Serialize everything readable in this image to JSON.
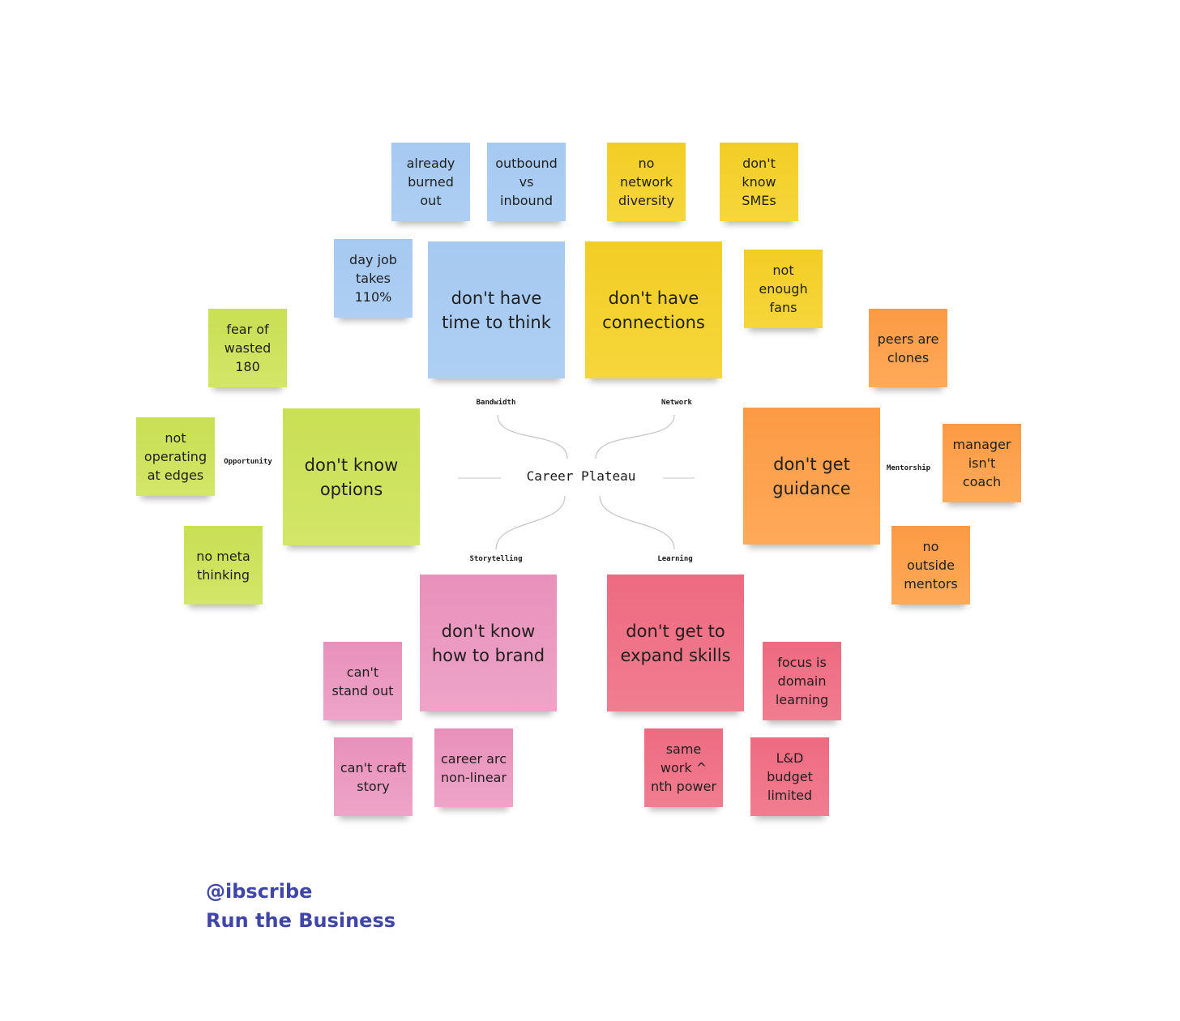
{
  "center": {
    "label": "Career Plateau"
  },
  "categories": [
    {
      "id": "bandwidth",
      "label": "Bandwidth",
      "color": "#a6c9f1",
      "main": "don't have\ntime to think",
      "notes": [
        "already\nburned\nout",
        "outbound\nvs\ninbound",
        "day job\ntakes\n110%"
      ]
    },
    {
      "id": "network",
      "label": "Network",
      "color": "#f2cd24",
      "main": "don't have\nconnections",
      "notes": [
        "no\nnetwork\ndiversity",
        "don't\nknow\nSMEs",
        "not\nenough\nfans"
      ]
    },
    {
      "id": "opportunity",
      "label": "Opportunity",
      "color": "#c9df54",
      "main": "don't know\noptions",
      "notes": [
        "fear of\nwasted\n180",
        "not\noperating\nat edges",
        "no meta\nthinking"
      ]
    },
    {
      "id": "mentorship",
      "label": "Mentorship",
      "color": "#fc9a45",
      "main": "don't get\nguidance",
      "notes": [
        "peers are\nclones",
        "manager\nisn't\ncoach",
        "no\noutside\nmentors"
      ]
    },
    {
      "id": "storytelling",
      "label": "Storytelling",
      "color": "#e890bb",
      "main": "don't know\nhow to brand",
      "notes": [
        "can't\nstand out",
        "can't craft\nstory",
        "career arc\nnon-linear"
      ]
    },
    {
      "id": "learning",
      "label": "Learning",
      "color": "#ee6a80",
      "main": "don't get to\nexpand skills",
      "notes": [
        "focus is\ndomain\nlearning",
        "same\nwork ^\nnth power",
        "L&D\nbudget\nlimited"
      ]
    }
  ],
  "signature": {
    "handle": "@ibscribe",
    "tagline": "Run the Business"
  }
}
